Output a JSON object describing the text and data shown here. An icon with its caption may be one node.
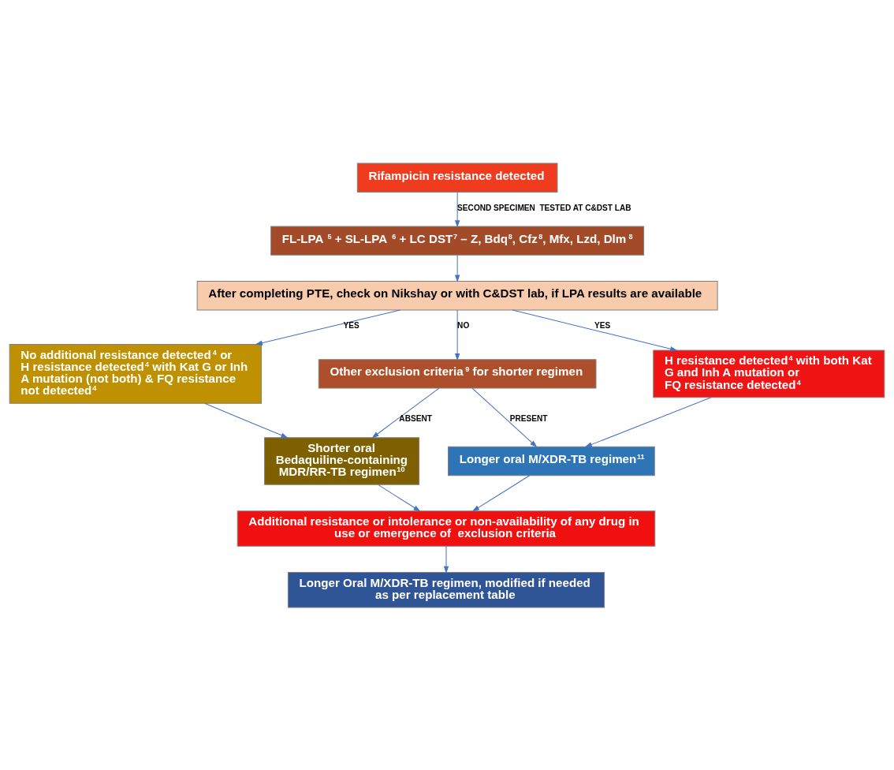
{
  "diagram": {
    "nodes": [
      {
        "text": [
          "Rifampicin resistance detected"
        ]
      },
      {
        "text": [
          "FL-LPA $^{5}$ + SL-LPA $^{6}$ + LC DST$^{7}$ – Z, Bdq$^{8}$, Cfz$^{8}$, Mfx, Lzd, Dlm$^{8}$"
        ]
      },
      {
        "text": [
          "After completing PTE, check on Nikshay or with C&DST lab, if LPA results are available"
        ]
      },
      {
        "text": [
          "Other exclusion criteria$^{9}$ for shorter regimen"
        ]
      },
      {
        "text": [
          "No additional resistance detected$^{4}$ or",
          "H resistance detected$^{4}$ with Kat G or Inh A mutation (not both) & FQ resistance not detected$^{4}$"
        ]
      },
      {
        "text": [
          "H resistance detected$^{4}$ with both Kat G and Inh A mutation or",
          "FQ resistance detected$^{4}$"
        ]
      },
      {
        "text": [
          "Shorter oral Bedaquiline-containing MDR/RR-TB regimen$^{10}$"
        ]
      },
      {
        "text": [
          "Longer oral M/XDR-TB regimen$^{11}$"
        ]
      },
      {
        "text": [
          "Additional resistance or intolerance or non-availability of any drug in use or emergence of  exclusion criteria"
        ]
      },
      {
        "text": [
          "Longer Oral M/XDR-TB regimen, modified if needed as per replacement table"
        ]
      }
    ],
    "edges": [
      {
        "from": 0,
        "to": 1,
        "arrow": "to",
        "label": "SECOND SPECIMEN  TESTED AT C&DST LAB"
      },
      {
        "from": 1,
        "to": 2,
        "arrow": "to"
      },
      {
        "from": 2,
        "to": 4,
        "arrow": "to",
        "label": "YES"
      },
      {
        "from": 2,
        "to": 3,
        "arrow": "to",
        "label": "NO"
      },
      {
        "from": 2,
        "to": 5,
        "arrow": "to",
        "label": "YES"
      },
      {
        "from": 3,
        "to": 6,
        "arrow": "to",
        "label": "ABSENT"
      },
      {
        "from": 3,
        "to": 7,
        "arrow": "to",
        "label": "PRESENT"
      },
      {
        "from": 4,
        "to": 6,
        "arrow": "to"
      },
      {
        "from": 5,
        "to": 7,
        "arrow": "to"
      },
      {
        "from": 6,
        "to": 8,
        "arrow": "to"
      },
      {
        "from": 7,
        "to": 8,
        "arrow": "to"
      },
      {
        "from": 8,
        "to": 9,
        "arrow": "to"
      }
    ]
  }
}
